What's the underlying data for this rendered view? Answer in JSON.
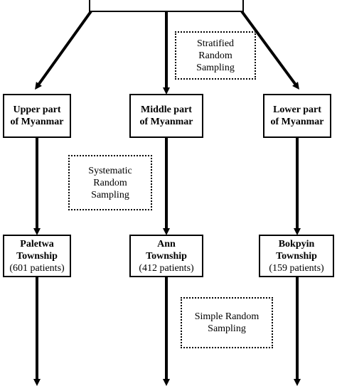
{
  "diagram": {
    "top_box_text": "",
    "region_boxes": [
      {
        "line1": "Upper part",
        "line2": "of Myanmar"
      },
      {
        "line1": "Middle part",
        "line2": "of Myanmar"
      },
      {
        "line1": "Lower part",
        "line2": "of Myanmar"
      }
    ],
    "township_boxes": [
      {
        "name": "Paletwa",
        "line2": "Township",
        "patients": "(601 patients)"
      },
      {
        "name": "Ann",
        "line2": "Township",
        "patients": "(412 patients)"
      },
      {
        "name": "Bokpyin",
        "line2": "Township",
        "patients": "(159 patients)"
      }
    ],
    "sampling_notes": [
      {
        "lines": [
          "Stratified",
          "Random",
          "Sampling"
        ]
      },
      {
        "lines": [
          "Systematic",
          "Random",
          "Sampling"
        ]
      },
      {
        "lines": [
          "Simple Random",
          "Sampling"
        ]
      }
    ]
  }
}
